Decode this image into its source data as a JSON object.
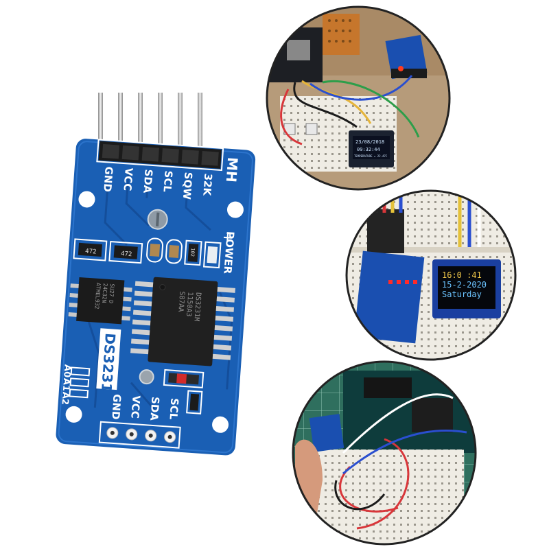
{
  "module": {
    "brand": "MH",
    "chip_label": "DS3231",
    "top_pins": [
      "GND",
      "VCC",
      "SDA",
      "SCL",
      "SQW",
      "32K"
    ],
    "bottom_pins": [
      "GND",
      "VCC",
      "SDA",
      "SCL"
    ],
    "power_label": "POWER",
    "addr_labels": [
      "A0",
      "A1",
      "A2"
    ],
    "resistor_code": "472",
    "small_resistor_code": "102",
    "eeprom_text": [
      "ATMEL932",
      "24C32N",
      "SU27 D"
    ],
    "rtc_text": [
      "DS3231M",
      "1150A3",
      "S87AA"
    ],
    "colors": {
      "board": "#1a5fb4",
      "board_dark": "#0f3f82",
      "silk": "#ffffff",
      "pin_header": "#1b1b1b"
    }
  },
  "photos": [
    {
      "name": "photo-oled-breadboard",
      "oled_lines": [
        "23/08/2018",
        "09:32:44",
        "TEMPERATURE = 22.47C"
      ]
    },
    {
      "name": "photo-oled-display",
      "oled_lines": [
        "16:0 :41",
        "15-2-2020",
        "Saturday"
      ]
    },
    {
      "name": "photo-arduino-breadboard"
    }
  ]
}
